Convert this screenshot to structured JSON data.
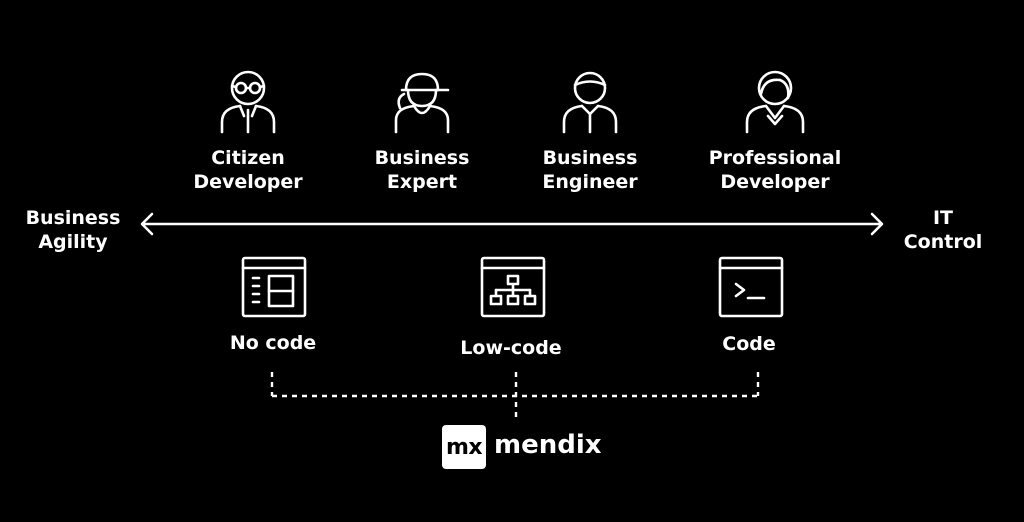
{
  "personas": [
    {
      "line1": "Citizen",
      "line2": "Developer",
      "icon": "citizen-developer-icon"
    },
    {
      "line1": "Business",
      "line2": "Expert",
      "icon": "business-expert-icon"
    },
    {
      "line1": "Business",
      "line2": "Engineer",
      "icon": "business-engineer-icon"
    },
    {
      "line1": "Professional",
      "line2": "Developer",
      "icon": "professional-developer-icon"
    }
  ],
  "axis": {
    "left_line1": "Business",
    "left_line2": "Agility",
    "right_line1": "IT",
    "right_line2": "Control"
  },
  "tools": [
    {
      "label": "No code",
      "icon": "no-code-window-icon"
    },
    {
      "label": "Low-code",
      "icon": "low-code-flow-icon"
    },
    {
      "label": "Code",
      "icon": "terminal-window-icon"
    }
  ],
  "logo": {
    "mark": "mx",
    "word": "mendix"
  },
  "colors": {
    "background": "#000000",
    "foreground": "#ffffff"
  }
}
